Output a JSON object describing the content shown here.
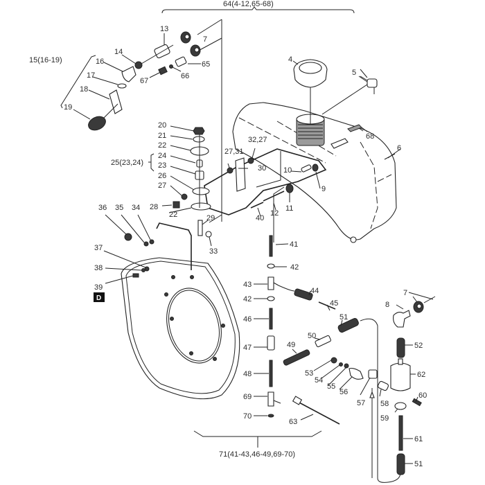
{
  "diagram": {
    "title": "Fuel tank and fuel line assembly exploded parts view",
    "section_badge": "D",
    "assemblies": [
      {
        "id": "64",
        "label": "64(4-12,65-68)"
      },
      {
        "id": "15",
        "label": "15(16-19)"
      },
      {
        "id": "25",
        "label": "25(23,24)"
      },
      {
        "id": "71",
        "label": "71(41-43,46-49,69-70)"
      }
    ],
    "callouts": {
      "c4": "4",
      "c5": "5",
      "c6": "6",
      "c7a": "7",
      "c7b": "7",
      "c8": "8",
      "c9": "9",
      "c10": "10",
      "c11": "11",
      "c12": "12",
      "c13": "13",
      "c14": "14",
      "c16": "16",
      "c17": "17",
      "c18": "18",
      "c19": "19",
      "c20": "20",
      "c21": "21",
      "c22a": "22",
      "c22b": "22",
      "c23": "23",
      "c24": "24",
      "c26": "26",
      "c27": "27",
      "c2731": "27,31",
      "c3227": "32,27",
      "c28": "28",
      "c29": "29",
      "c30": "30",
      "c33": "33",
      "c34": "34",
      "c35": "35",
      "c36": "36",
      "c37": "37",
      "c38": "38",
      "c39": "39",
      "c40": "40",
      "c41": "41",
      "c42a": "42",
      "c42b": "42",
      "c43": "43",
      "c44": "44",
      "c45": "45",
      "c46": "46",
      "c47": "47",
      "c48": "48",
      "c49": "49",
      "c50": "50",
      "c51a": "51",
      "c51b": "51",
      "c52": "52",
      "c53": "53",
      "c54": "54",
      "c55": "55",
      "c56": "56",
      "c57": "57",
      "c58": "58",
      "c59": "59",
      "c60": "60",
      "c61": "61",
      "c62": "62",
      "c63": "63",
      "c65": "65",
      "c66": "66",
      "c67": "67",
      "c68": "68",
      "c69": "69",
      "c70": "70"
    }
  }
}
